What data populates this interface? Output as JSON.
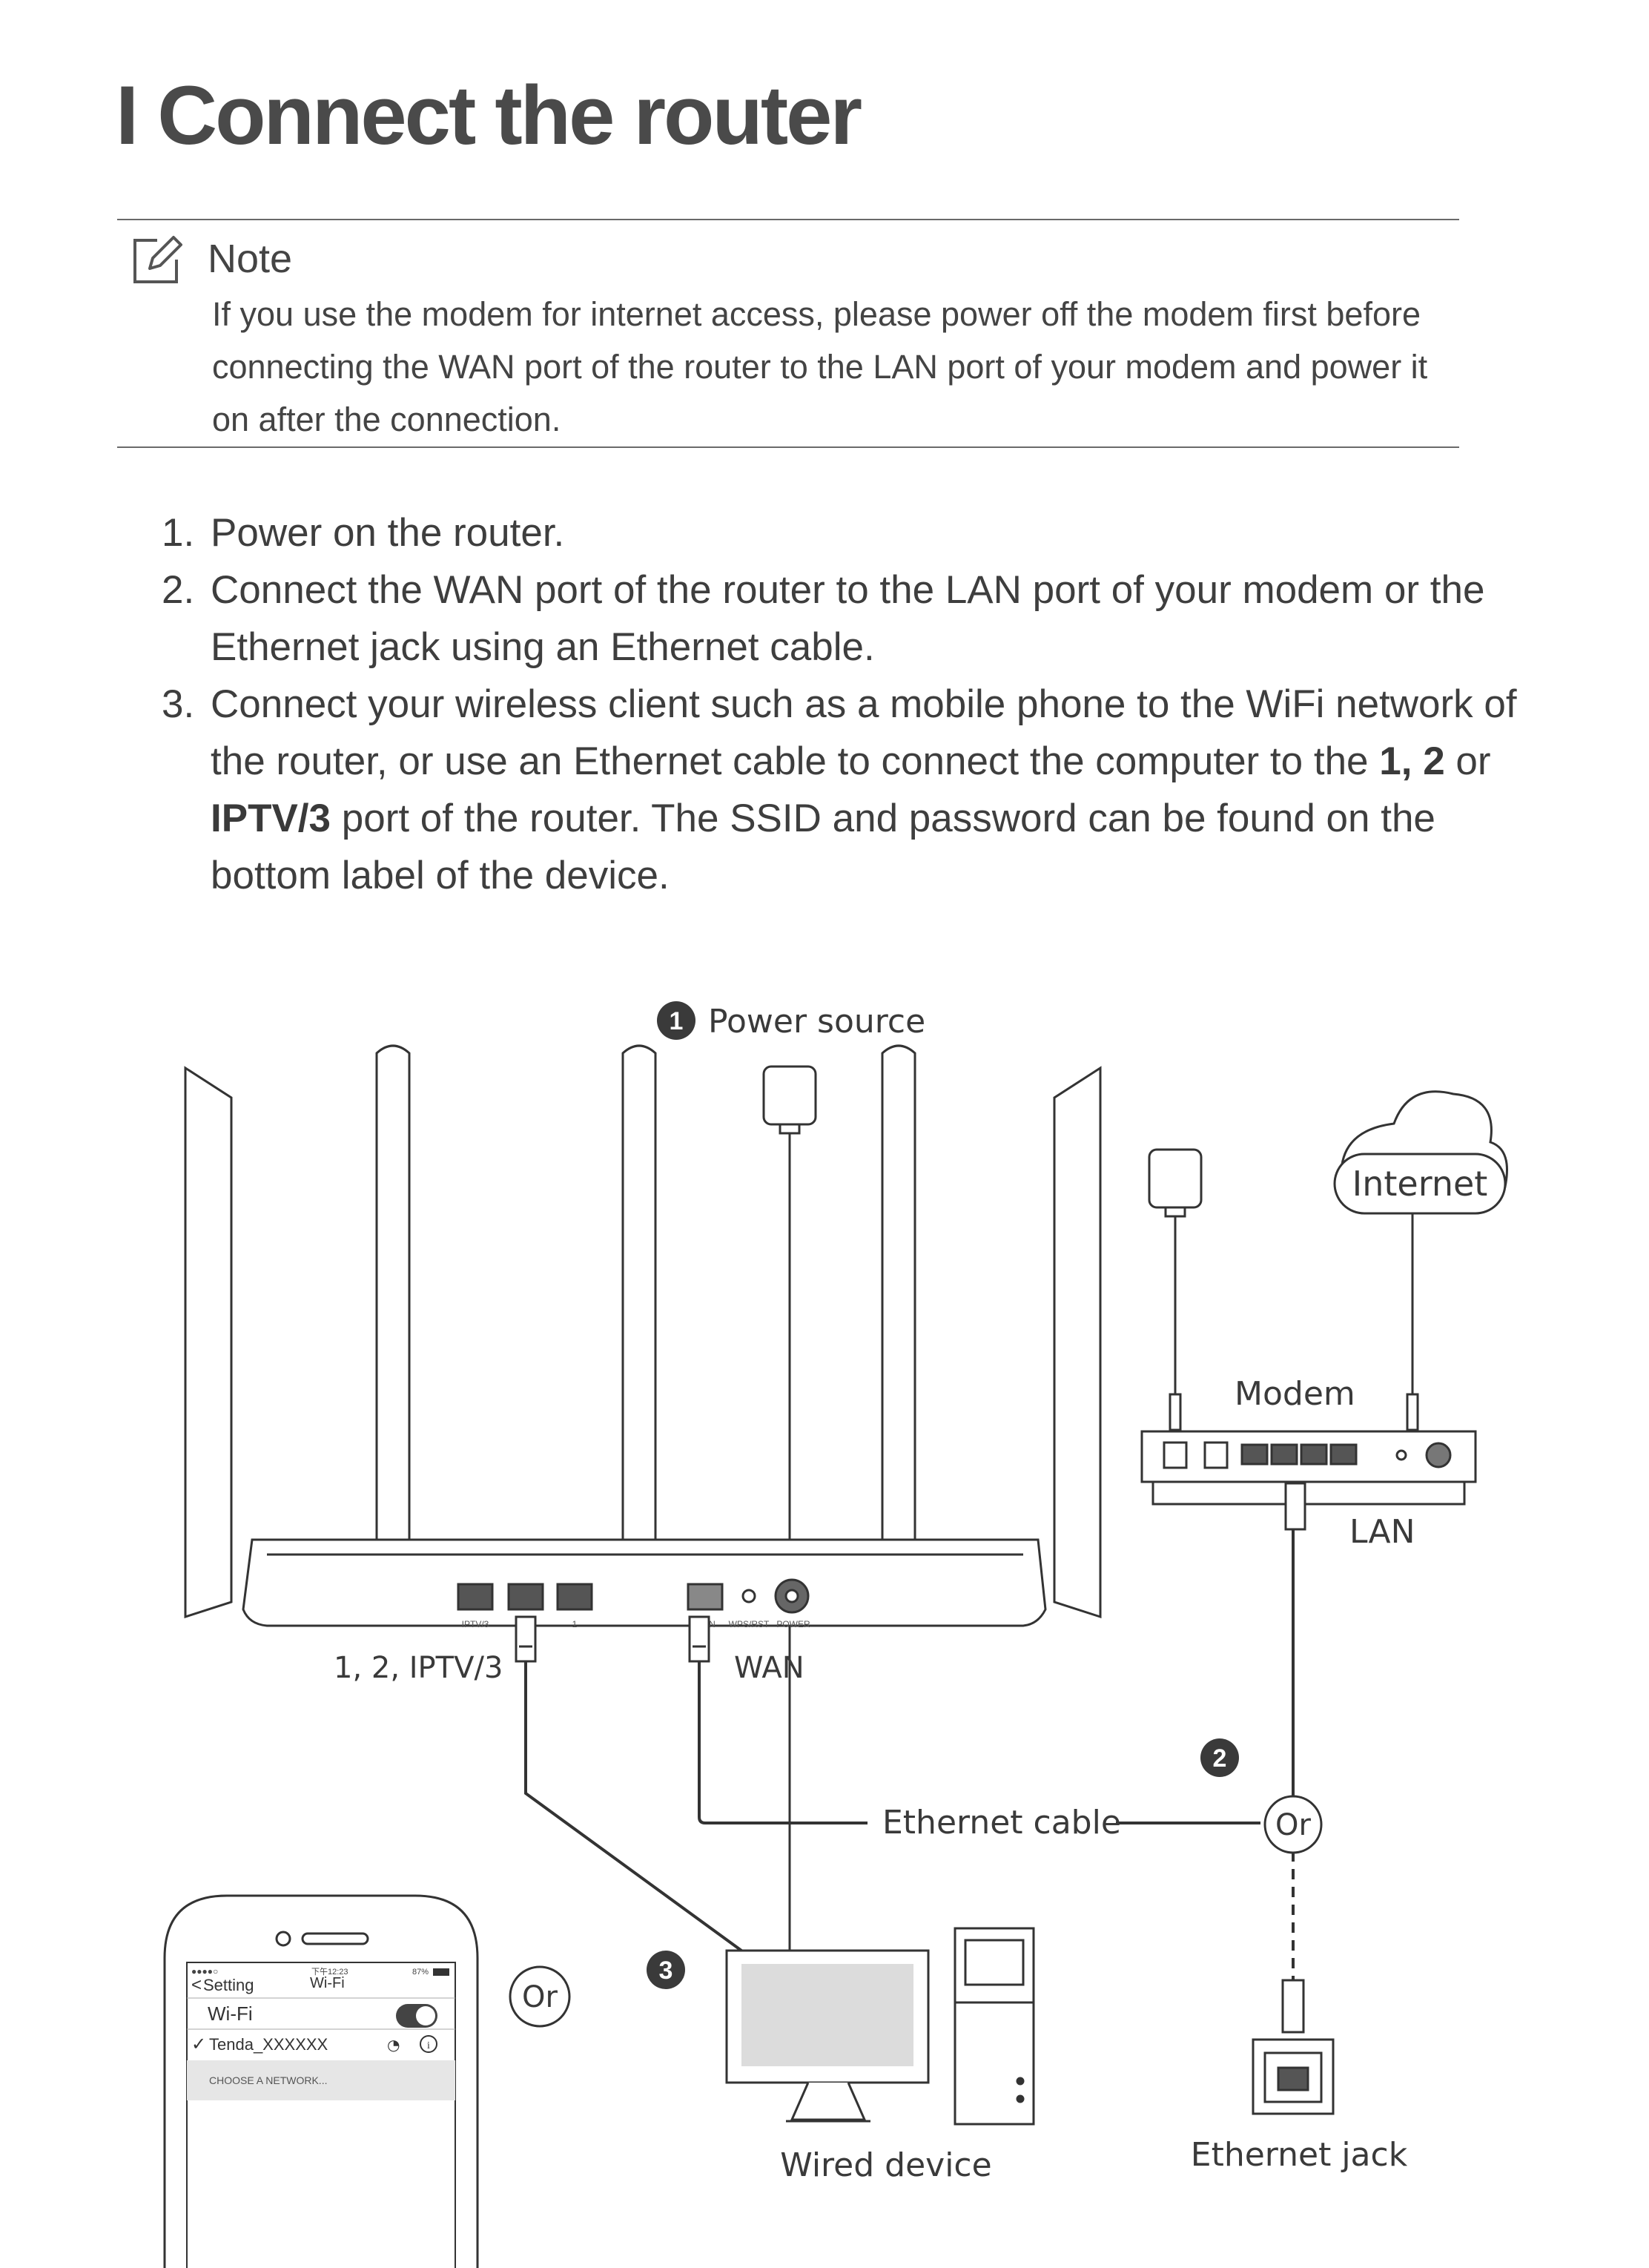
{
  "title": "I Connect the router",
  "note": {
    "label": "Note",
    "lines": [
      "If you use the modem for internet access, please power off the modem first before",
      "connecting the WAN port of the router to the LAN port of your modem and power it",
      "on after the connection."
    ]
  },
  "steps": [
    {
      "num": "1.",
      "lines": [
        "Power on the router."
      ]
    },
    {
      "num": "2.",
      "lines": [
        "Connect the WAN port of the router to the LAN port of your modem or the",
        "Ethernet jack using an Ethernet cable."
      ]
    },
    {
      "num": "3.",
      "line1": "Connect your wireless client such as a mobile phone to the WiFi network of",
      "line2_pre": "the router, or use an Ethernet cable to connect the computer to the ",
      "line2_bold": "1, 2",
      "line2_post": " or",
      "line3_bold": "IPTV/3",
      "line3_post": " port of the router. The SSID and password can be found on the",
      "line4": "bottom label of the device."
    }
  ],
  "diagram": {
    "badge1": "1",
    "badge2": "2",
    "badge3": "3",
    "power_source": "Power source",
    "internet": "Internet",
    "modem": "Modem",
    "lan": "LAN",
    "router_ports_label": "1, 2, IPTV/3",
    "wan": "WAN",
    "ethernet_cable": "Ethernet cable",
    "or": "Or",
    "wired_device": "Wired device",
    "ethernet_jack": "Ethernet jack",
    "router_port_labels": [
      "IPTV/3",
      "2",
      "1",
      "WAN",
      "WPS/RST",
      "POWER"
    ],
    "phone": {
      "status_time": "下午12:23",
      "status_battery": "87%",
      "back": "Setting",
      "screen_title": "Wi-Fi",
      "wifi_label": "Wi-Fi",
      "network": "Tenda_XXXXXX",
      "choose": "CHOOSE A NETWORK..."
    }
  }
}
